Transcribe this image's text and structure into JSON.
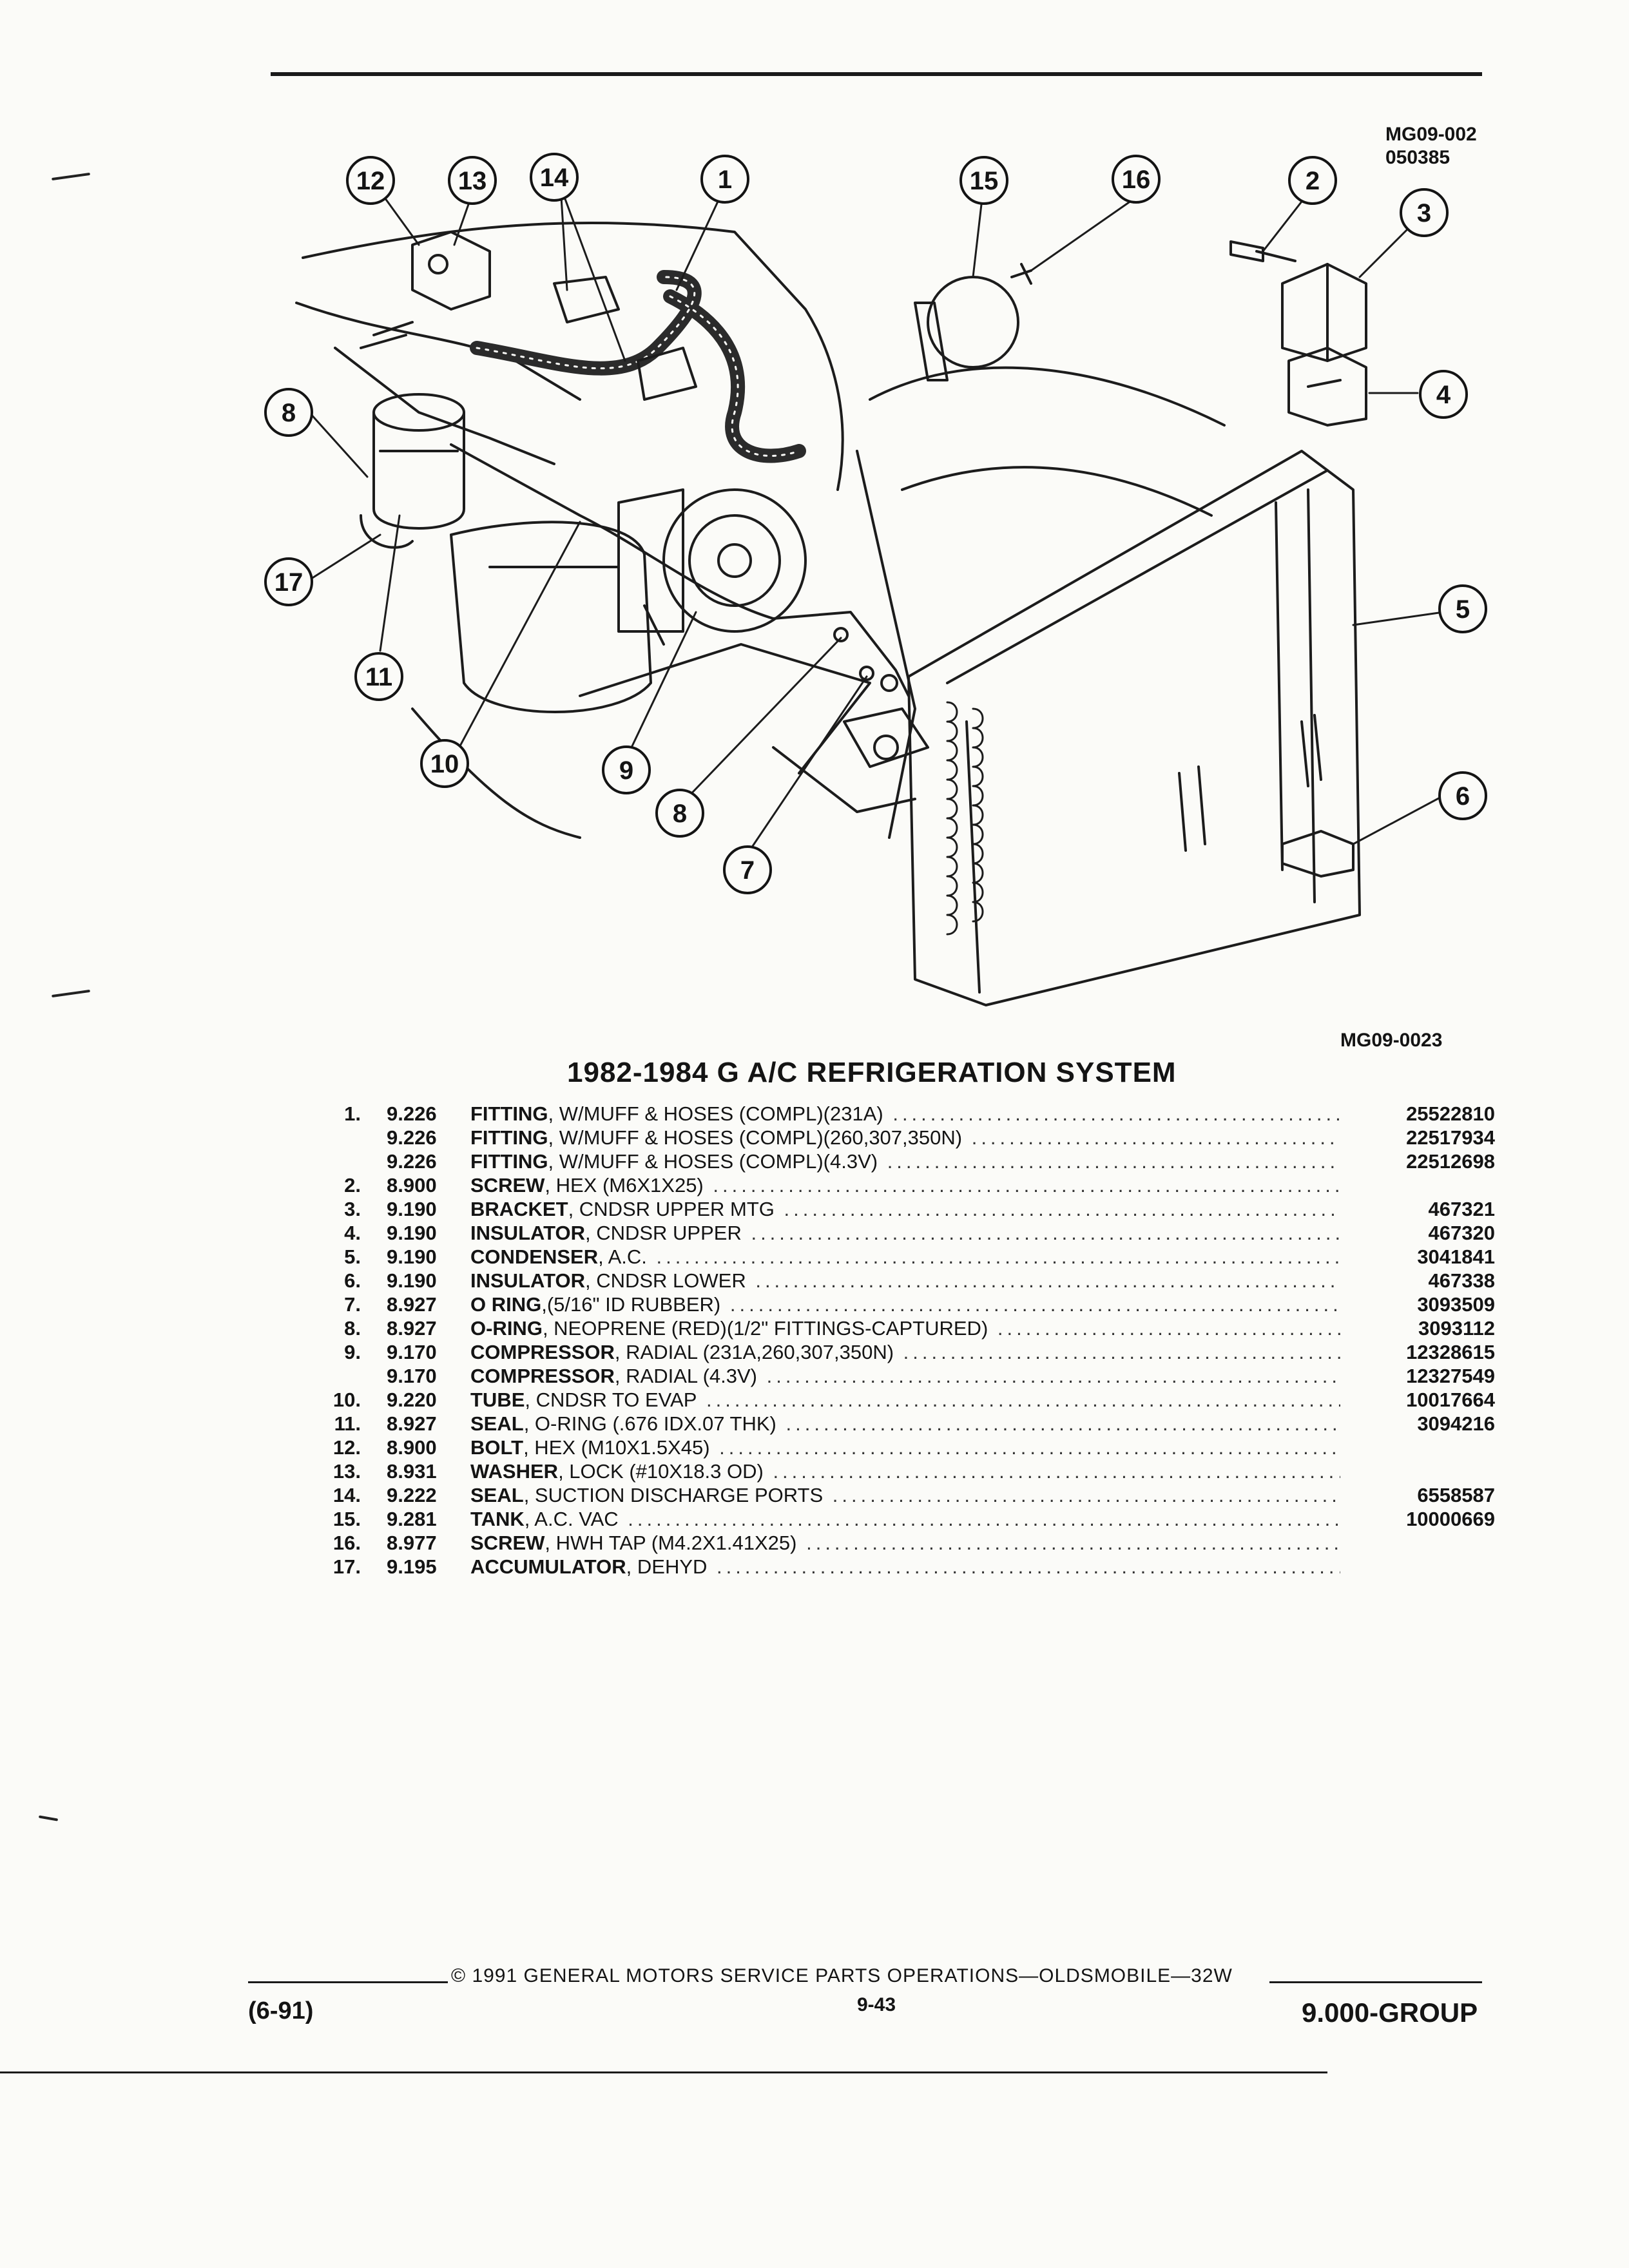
{
  "header": {
    "ref_code": "MG09-002",
    "ref_date": "050385"
  },
  "figure": {
    "callouts": [
      "12",
      "13",
      "14",
      "1",
      "15",
      "16",
      "2",
      "3",
      "4",
      "8",
      "17",
      "11",
      "5",
      "10",
      "9",
      "8",
      "7",
      "6"
    ],
    "figure_code": "MG09-0023"
  },
  "parts": {
    "title": "1982-1984 G A/C REFRIGERATION SYSTEM",
    "rows": [
      {
        "item": "1.",
        "group": "9.226",
        "name": "FITTING",
        "desc": ", W/MUFF & HOSES (COMPL)(231A)",
        "part": "25522810"
      },
      {
        "item": "",
        "group": "9.226",
        "name": "FITTING",
        "desc": ", W/MUFF & HOSES (COMPL)(260,307,350N)",
        "part": "22517934"
      },
      {
        "item": "",
        "group": "9.226",
        "name": "FITTING",
        "desc": ", W/MUFF & HOSES (COMPL)(4.3V)",
        "part": "22512698"
      },
      {
        "item": "2.",
        "group": "8.900",
        "name": "SCREW",
        "desc": ", HEX (M6X1X25)",
        "part": ""
      },
      {
        "item": "3.",
        "group": "9.190",
        "name": "BRACKET",
        "desc": ", CNDSR UPPER MTG",
        "part": "467321"
      },
      {
        "item": "4.",
        "group": "9.190",
        "name": "INSULATOR",
        "desc": ", CNDSR UPPER",
        "part": "467320"
      },
      {
        "item": "5.",
        "group": "9.190",
        "name": "CONDENSER",
        "desc": ", A.C.",
        "part": "3041841"
      },
      {
        "item": "6.",
        "group": "9.190",
        "name": "INSULATOR",
        "desc": ", CNDSR LOWER",
        "part": "467338"
      },
      {
        "item": "7.",
        "group": "8.927",
        "name": "O RING",
        "desc": ",(5/16\" ID RUBBER)",
        "part": "3093509"
      },
      {
        "item": "8.",
        "group": "8.927",
        "name": "O-RING",
        "desc": ", NEOPRENE (RED)(1/2\" FITTINGS-CAPTURED)",
        "part": "3093112"
      },
      {
        "item": "9.",
        "group": "9.170",
        "name": "COMPRESSOR",
        "desc": ", RADIAL (231A,260,307,350N)",
        "part": "12328615"
      },
      {
        "item": "",
        "group": "9.170",
        "name": "COMPRESSOR",
        "desc": ", RADIAL (4.3V)",
        "part": "12327549"
      },
      {
        "item": "10.",
        "group": "9.220",
        "name": "TUBE",
        "desc": ", CNDSR TO EVAP",
        "part": "10017664"
      },
      {
        "item": "11.",
        "group": "8.927",
        "name": "SEAL",
        "desc": ", O-RING (.676 IDX.07 THK)",
        "part": "3094216"
      },
      {
        "item": "12.",
        "group": "8.900",
        "name": "BOLT",
        "desc": ", HEX (M10X1.5X45)",
        "part": ""
      },
      {
        "item": "13.",
        "group": "8.931",
        "name": "WASHER",
        "desc": ", LOCK (#10X18.3 OD)",
        "part": ""
      },
      {
        "item": "14.",
        "group": "9.222",
        "name": "SEAL",
        "desc": ", SUCTION DISCHARGE PORTS",
        "part": "6558587"
      },
      {
        "item": "15.",
        "group": "9.281",
        "name": "TANK",
        "desc": ", A.C. VAC",
        "part": "10000669"
      },
      {
        "item": "16.",
        "group": "8.977",
        "name": "SCREW",
        "desc": ", HWH TAP (M4.2X1.41X25)",
        "part": ""
      },
      {
        "item": "17.",
        "group": "9.195",
        "name": "ACCUMULATOR",
        "desc": ", DEHYD",
        "part": ""
      }
    ]
  },
  "footer": {
    "date": "(6-91)",
    "copyright": "© 1991 GENERAL MOTORS SERVICE PARTS OPERATIONS—OLDSMOBILE—32W",
    "page": "9-43",
    "group": "9.000-GROUP"
  }
}
